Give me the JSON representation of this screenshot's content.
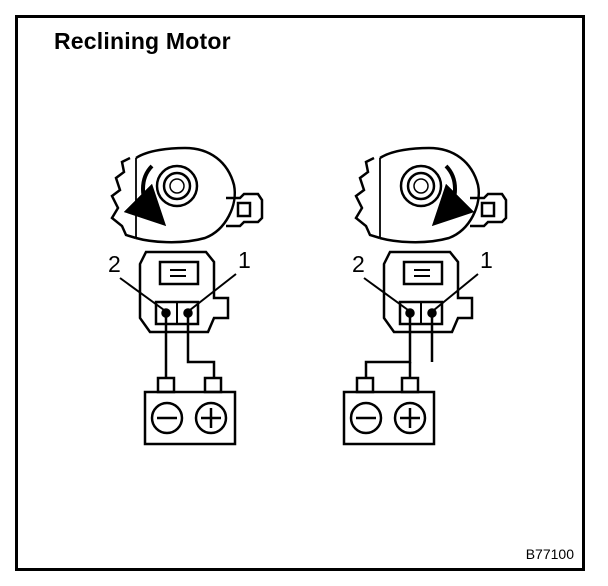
{
  "title": "Reclining Motor",
  "figure_code": "B77100",
  "diagrams": [
    {
      "motor_rotation": "counterclockwise",
      "terminal_labels": [
        "2",
        "1"
      ],
      "battery_symbols": [
        "minus",
        "plus"
      ]
    },
    {
      "motor_rotation": "clockwise",
      "terminal_labels": [
        "2",
        "1"
      ],
      "battery_symbols": [
        "minus",
        "plus"
      ]
    }
  ],
  "colors": {
    "line": "#000000",
    "background": "#ffffff"
  }
}
